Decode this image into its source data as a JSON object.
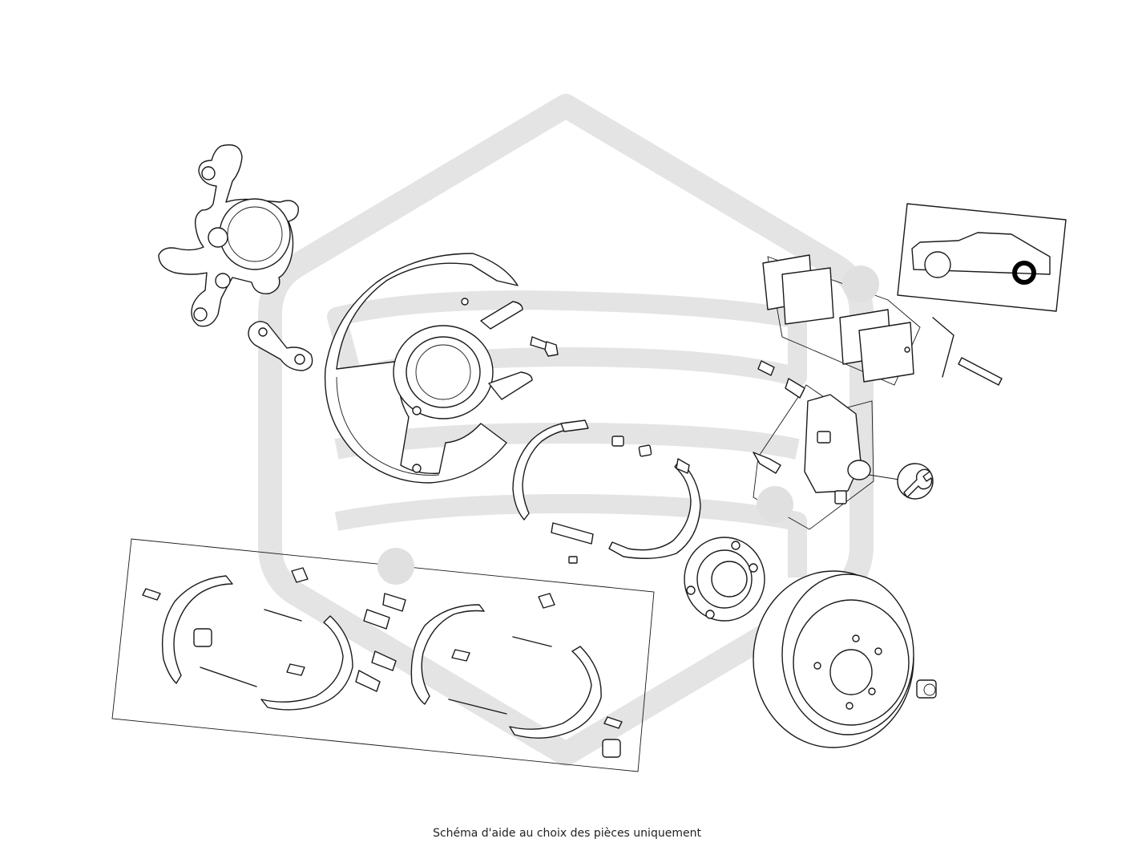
{
  "caption": "Schéma d'aide au choix des pièces uniquement",
  "colors": {
    "watermark": "#e4e4e4",
    "line": "#1a1a1a",
    "hotspot": "#e0e0e0",
    "background": "#ffffff"
  },
  "icons": [
    "car-position-icon",
    "wrench-icon",
    "watermark-logo"
  ],
  "hotspot_count": 4
}
